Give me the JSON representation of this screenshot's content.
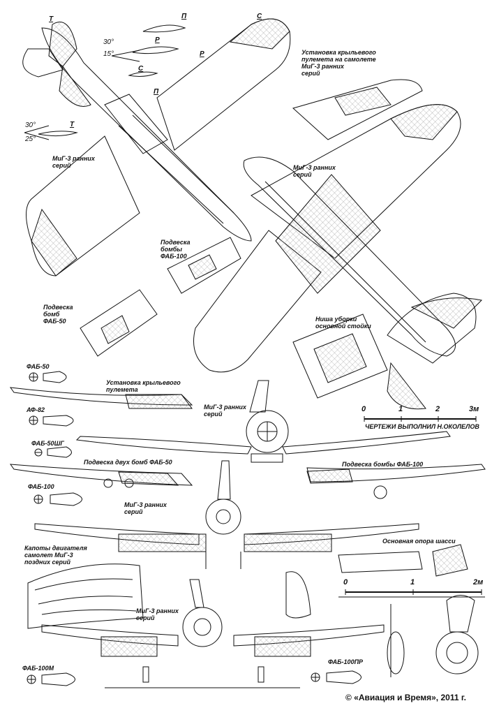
{
  "section_marks": {
    "t1": "Т",
    "p1": "П",
    "s1": "С",
    "r1": "Р",
    "r2": "Р",
    "s2": "С",
    "p2": "П",
    "t2": "Т"
  },
  "angles": {
    "a30_wing": "30°",
    "a15_wing": "15°",
    "a30_tail": "30°",
    "a25_tail": "25°"
  },
  "labels": {
    "wing_mg_install_top": "Установка крыльевого\nпулемета на самолете\nМиГ-3 ранних\nсерий",
    "mig3_early_left": "МиГ-3 ранних\nсерий",
    "mig3_early_right": "МиГ-3 ранних\nсерий",
    "fab100_mount_top": "Подвеска\nбомбы\nФАБ-100",
    "fab50_mount_top": "Подвеска\nбомб\nФАБ-50",
    "gear_niche": "Ниша уборки\nосновной стойки",
    "fab50": "ФАБ-50",
    "wing_mg_install": "Установка крыльевого\nпулемета",
    "mig3_early_front1": "МиГ-3 ранних\nсерий",
    "af82": "АФ-82",
    "fab50shg": "ФАБ-50ШГ",
    "two_fab50": "Подвеска двух бомб ФАБ-50",
    "fab100_mount": "Подвеска бомбы ФАБ-100",
    "fab100": "ФАБ-100",
    "mig3_early_front2": "МиГ-3 ранних\nсерий",
    "engine_cowls": "Капоты двигателя\nсамолет МиГ-3\nпоздних серий",
    "main_gear": "Основная опора шасси",
    "mig3_early_front3": "МиГ-3 ранних\nсерий",
    "fab100m": "ФАБ-100М",
    "fab100pr": "ФАБ-100ПР"
  },
  "scale_top": {
    "t0": "0",
    "t1": "1",
    "t2": "2",
    "t3": "3м"
  },
  "scale_gear": {
    "t0": "0",
    "t1": "1",
    "t2": "2м"
  },
  "author": "ЧЕРТЕЖИ ВЫПОЛНИЛ Н.ОКОЛЕЛОВ",
  "copyright": "© «Авиация и Время», 2011 г."
}
